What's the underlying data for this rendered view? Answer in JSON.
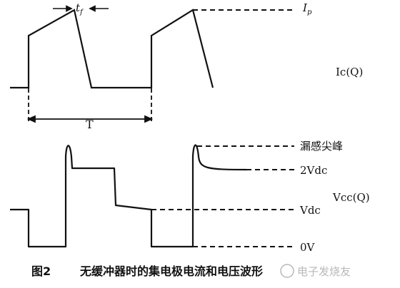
{
  "labels": {
    "tf": "t",
    "tf_sub": "f",
    "ip": "I",
    "ip_sub": "p",
    "ic": "Ic(Q)",
    "period": "T",
    "spike": "漏感尖峰",
    "two_vdc": "2Vdc",
    "vcc": "Vcc(Q)",
    "vdc": "Vdc",
    "zero_v": "0V"
  },
  "caption": {
    "figure_no": "图2",
    "text": "无缓冲器时的集电极电流和电压波形"
  },
  "watermark": {
    "text": "电子发烧友"
  },
  "colors": {
    "ink": "#111111",
    "background": "#ffffff",
    "watermark": "#b8b8b8"
  }
}
